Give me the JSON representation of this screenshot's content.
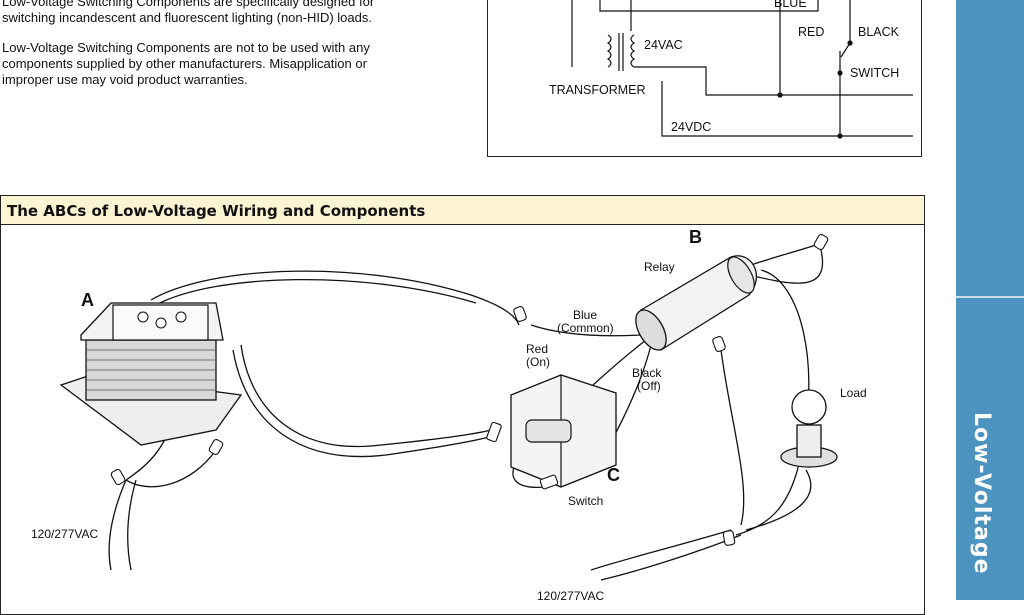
{
  "intro": {
    "paragraph1_line1": "Low-Voltage Switching Components are specifically designed for",
    "paragraph1_line2": "switching incandescent and fluorescent lighting (non-HID) loads.",
    "paragraph2_line1": "Low-Voltage Switching Components are not to be used with any",
    "paragraph2_line2": "components supplied by other manufacturers. Misapplication or",
    "paragraph2_line3": "improper use may void product warranties."
  },
  "schematic": {
    "blue_label": "BLUE",
    "red_label": "RED",
    "black_label": "BLACK",
    "switch_label": "SWITCH",
    "vac_label": "24VAC",
    "transformer_label": "TRANSFORMER",
    "vdc_label": "24VDC"
  },
  "sidebar": {
    "section_label": "Low-Voltage",
    "color": "#4d93bf"
  },
  "abc": {
    "title": "The ABCs of Low-Voltage Wiring and Components",
    "header_color": "#fdf4d3",
    "letter_a": "A",
    "letter_b": "B",
    "letter_c": "C",
    "relay_label": "Relay",
    "blue_line1": "Blue",
    "blue_line2": "(Common)",
    "red_line1": "Red",
    "red_line2": "(On)",
    "black_line1": "Black",
    "black_line2": "(Off)",
    "switch_label": "Switch",
    "load_label": "Load",
    "voltage_left": "120/277VAC",
    "voltage_bottom": "120/277VAC"
  }
}
